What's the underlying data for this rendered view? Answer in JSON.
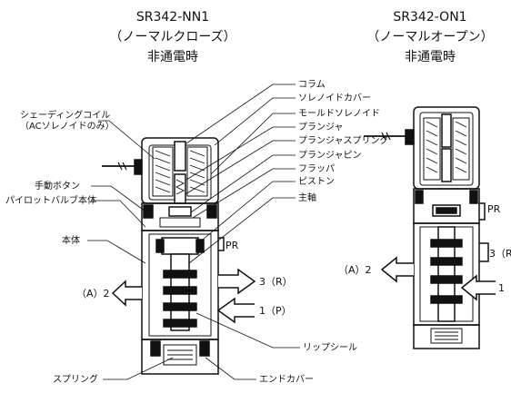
{
  "left": {
    "model": "SR342-NN1",
    "type": "（ノーマルクローズ）",
    "state": "非通電時",
    "callouts": {
      "solenoid_coil": "シェーディングコイル",
      "solenoid_coil_note": "（ACソレノイドのみ）",
      "column": "コラム",
      "solenoid_cover": "ソレノイドカバー",
      "molded_solenoid": "モールドソレノイド",
      "plunger": "プランジャ",
      "plunger_spring": "プランジャスプリング",
      "plunger_pin": "プランジャピン",
      "flapper": "フラッパ",
      "piston": "ピストン",
      "spool": "主軸",
      "manual_button": "手動ボタン",
      "pilot_body": "パイロットバルブ本体",
      "body": "本体",
      "lip_seal": "リップシール",
      "spring": "スプリング",
      "end_cover": "エンドカバー"
    },
    "ports": {
      "pr": "PR",
      "port3": "3（R）",
      "port2": "（A）2",
      "port1": "1（P）"
    }
  },
  "right": {
    "model": "SR342-ON1",
    "type": "（ノーマルオープン）",
    "state": "非通電時",
    "ports": {
      "pr": "PR",
      "port3": "3（R",
      "port2": "（A）2",
      "port1": "1（"
    }
  }
}
